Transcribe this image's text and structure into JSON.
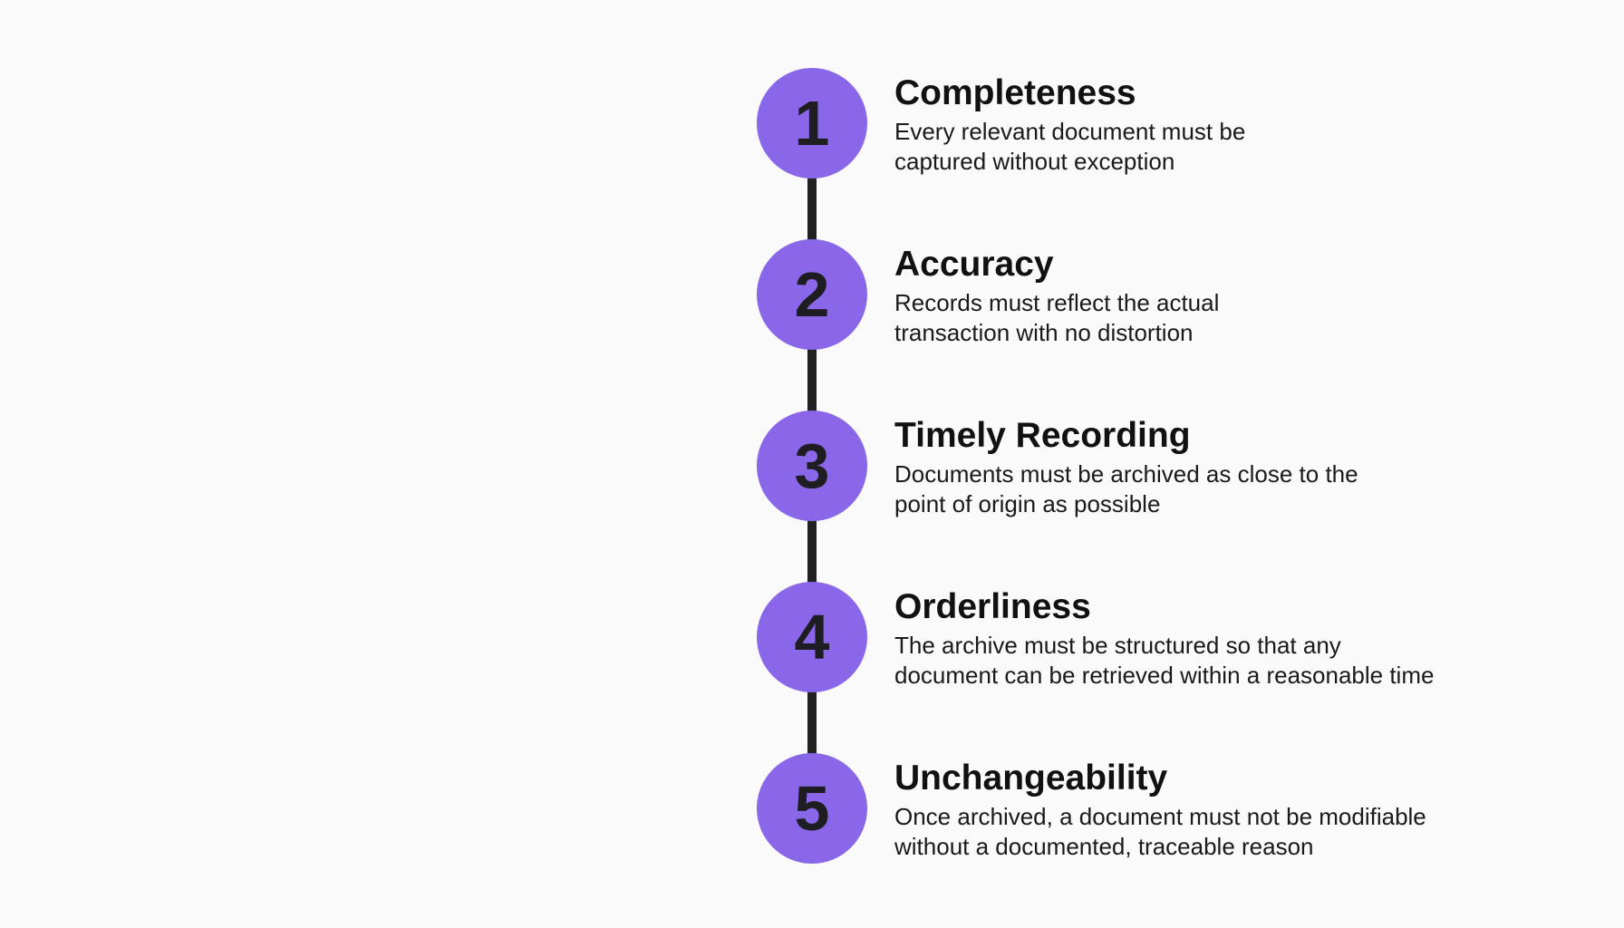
{
  "accent_color": "#8a67e8",
  "steps": [
    {
      "number": "1",
      "title": "Completeness",
      "description_lines": [
        "Every relevant document must be",
        "captured without exception"
      ]
    },
    {
      "number": "2",
      "title": "Accuracy",
      "description_lines": [
        "Records must reflect the actual",
        "transaction with no distortion"
      ]
    },
    {
      "number": "3",
      "title": "Timely Recording",
      "description_lines": [
        "Documents must be archived as close to the",
        "point of origin as possible"
      ]
    },
    {
      "number": "4",
      "title": "Orderliness",
      "description_lines": [
        "The archive must be structured so that any",
        "document can be retrieved within a reasonable time"
      ]
    },
    {
      "number": "5",
      "title": "Unchangeability",
      "description_lines": [
        "Once archived, a document must not be modifiable",
        "without a documented, traceable reason"
      ]
    }
  ]
}
